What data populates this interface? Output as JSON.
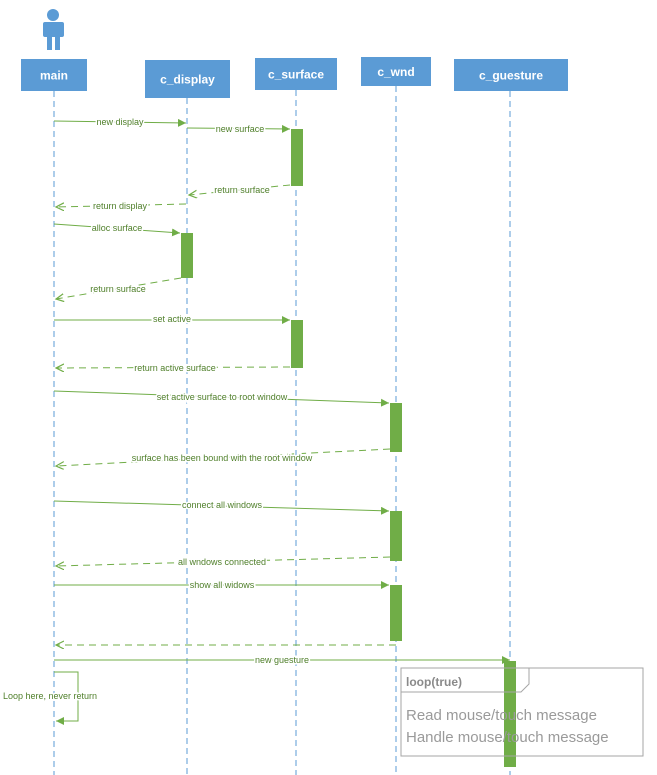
{
  "diagram": {
    "type": "sequence",
    "colors": {
      "participant_fill": "#5b9bd5",
      "participant_text": "#ffffff",
      "lifeline": "#5b9bd5",
      "message": "#70ad47",
      "activation": "#70ad47",
      "actor": "#5b9bd5",
      "loop_border": "#a6a6a6",
      "loop_text": "#8a8a8a"
    },
    "participants": [
      {
        "id": "main",
        "label": "main"
      },
      {
        "id": "c_display",
        "label": "c_display"
      },
      {
        "id": "c_surface",
        "label": "c_surface"
      },
      {
        "id": "c_wnd",
        "label": "c_wnd"
      },
      {
        "id": "c_guesture",
        "label": "c_guesture"
      }
    ],
    "messages": [
      {
        "from": "main",
        "to": "c_display",
        "label": "new display",
        "style": "solid"
      },
      {
        "from": "c_display",
        "to": "c_surface",
        "label": "new surface",
        "style": "solid"
      },
      {
        "from": "c_surface",
        "to": "c_display",
        "label": "return surface",
        "style": "dashed"
      },
      {
        "from": "c_display",
        "to": "main",
        "label": "return display",
        "style": "dashed"
      },
      {
        "from": "main",
        "to": "c_display",
        "label": "alloc surface",
        "style": "solid"
      },
      {
        "from": "c_display",
        "to": "main",
        "label": "return surface",
        "style": "dashed"
      },
      {
        "from": "main",
        "to": "c_surface",
        "label": "set active",
        "style": "solid"
      },
      {
        "from": "c_surface",
        "to": "main",
        "label": "return active surface",
        "style": "dashed"
      },
      {
        "from": "main",
        "to": "c_wnd",
        "label": "set active surface to root window",
        "style": "solid"
      },
      {
        "from": "c_wnd",
        "to": "main",
        "label": "surface has been bound with the root window",
        "style": "dashed"
      },
      {
        "from": "main",
        "to": "c_wnd",
        "label": "connect all windows",
        "style": "solid"
      },
      {
        "from": "c_wnd",
        "to": "main",
        "label": "all wndows connected",
        "style": "dashed"
      },
      {
        "from": "main",
        "to": "c_wnd",
        "label": "show all widows",
        "style": "solid"
      },
      {
        "from": "c_wnd",
        "to": "main",
        "label": "",
        "style": "dashed"
      },
      {
        "from": "main",
        "to": "c_guesture",
        "label": "new guesture",
        "style": "solid"
      },
      {
        "from": "main",
        "to": "main",
        "label": "Loop here, never return",
        "style": "self"
      }
    ],
    "loop": {
      "label": "loop(true)",
      "notes": [
        "Read mouse/touch message",
        "Handle mouse/touch message"
      ]
    }
  }
}
